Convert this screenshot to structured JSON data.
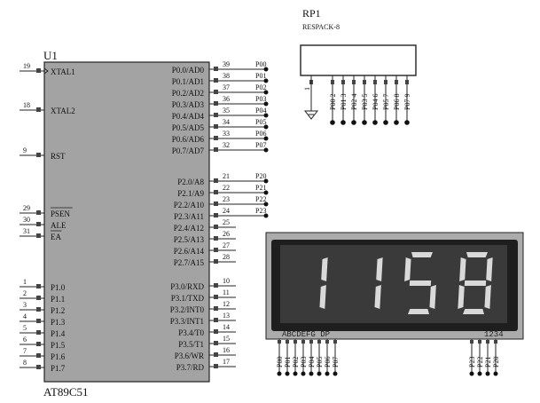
{
  "rp1": {
    "ref": "RP1",
    "value": "RESPACK-8",
    "pin1": "1",
    "pins": [
      "P00 2",
      "P01 3",
      "P02 4",
      "P03 5",
      "P04 6",
      "P05 7",
      "P06 8",
      "P07 9"
    ]
  },
  "u1": {
    "ref": "U1",
    "part": "AT89C51",
    "left_pins": [
      {
        "num": "19",
        "name": "XTAL1"
      },
      {
        "num": "18",
        "name": "XTAL2"
      },
      {
        "num": "9",
        "name": "RST"
      },
      {
        "num": "29",
        "name": "PSEN"
      },
      {
        "num": "30",
        "name": "ALE"
      },
      {
        "num": "31",
        "name": "EA"
      },
      {
        "num": "1",
        "name": "P1.0"
      },
      {
        "num": "2",
        "name": "P1.1"
      },
      {
        "num": "3",
        "name": "P1.2"
      },
      {
        "num": "4",
        "name": "P1.3"
      },
      {
        "num": "5",
        "name": "P1.4"
      },
      {
        "num": "6",
        "name": "P1.5"
      },
      {
        "num": "7",
        "name": "P1.6"
      },
      {
        "num": "8",
        "name": "P1.7"
      }
    ],
    "right_pins": [
      {
        "num": "39",
        "name": "P0.0/AD0",
        "net": "P00"
      },
      {
        "num": "38",
        "name": "P0.1/AD1",
        "net": "P01"
      },
      {
        "num": "37",
        "name": "P0.2/AD2",
        "net": "P02"
      },
      {
        "num": "36",
        "name": "P0.3/AD3",
        "net": "P03"
      },
      {
        "num": "35",
        "name": "P0.4/AD4",
        "net": "P04"
      },
      {
        "num": "34",
        "name": "P0.5/AD5",
        "net": "P05"
      },
      {
        "num": "33",
        "name": "P0.6/AD6",
        "net": "P06"
      },
      {
        "num": "32",
        "name": "P0.7/AD7",
        "net": "P07"
      },
      {
        "num": "21",
        "name": "P2.0/A8",
        "net": "P20"
      },
      {
        "num": "22",
        "name": "P2.1/A9",
        "net": "P21"
      },
      {
        "num": "23",
        "name": "P2.2/A10",
        "net": "P22"
      },
      {
        "num": "24",
        "name": "P2.3/A11",
        "net": "P23"
      },
      {
        "num": "25",
        "name": "P2.4/A12",
        "net": ""
      },
      {
        "num": "26",
        "name": "P2.5/A13",
        "net": ""
      },
      {
        "num": "27",
        "name": "P2.6/A14",
        "net": ""
      },
      {
        "num": "28",
        "name": "P2.7/A15",
        "net": ""
      },
      {
        "num": "10",
        "name": "P3.0/RXD",
        "net": ""
      },
      {
        "num": "11",
        "name": "P3.1/TXD",
        "net": ""
      },
      {
        "num": "12",
        "name": "P3.2/INT0",
        "net": ""
      },
      {
        "num": "13",
        "name": "P3.3/INT1",
        "net": ""
      },
      {
        "num": "14",
        "name": "P3.4/T0",
        "net": ""
      },
      {
        "num": "15",
        "name": "P3.5/T1",
        "net": ""
      },
      {
        "num": "16",
        "name": "P3.6/WR",
        "net": ""
      },
      {
        "num": "17",
        "name": "P3.7/RD",
        "net": ""
      }
    ]
  },
  "display": {
    "digits": "1158",
    "seg_label": "ABCDEFG DP",
    "digit_label": "1234",
    "seg_nets": [
      "P00",
      "P01",
      "P02",
      "P03",
      "P04",
      "P05",
      "P06",
      "P07"
    ],
    "dig_nets": [
      "P23",
      "P22",
      "P21",
      "P20"
    ],
    "colors": {
      "body": "#1e1e1e",
      "segment": "#d9d9d9",
      "window": "#3a3a3a",
      "panel": "#ababab"
    }
  }
}
